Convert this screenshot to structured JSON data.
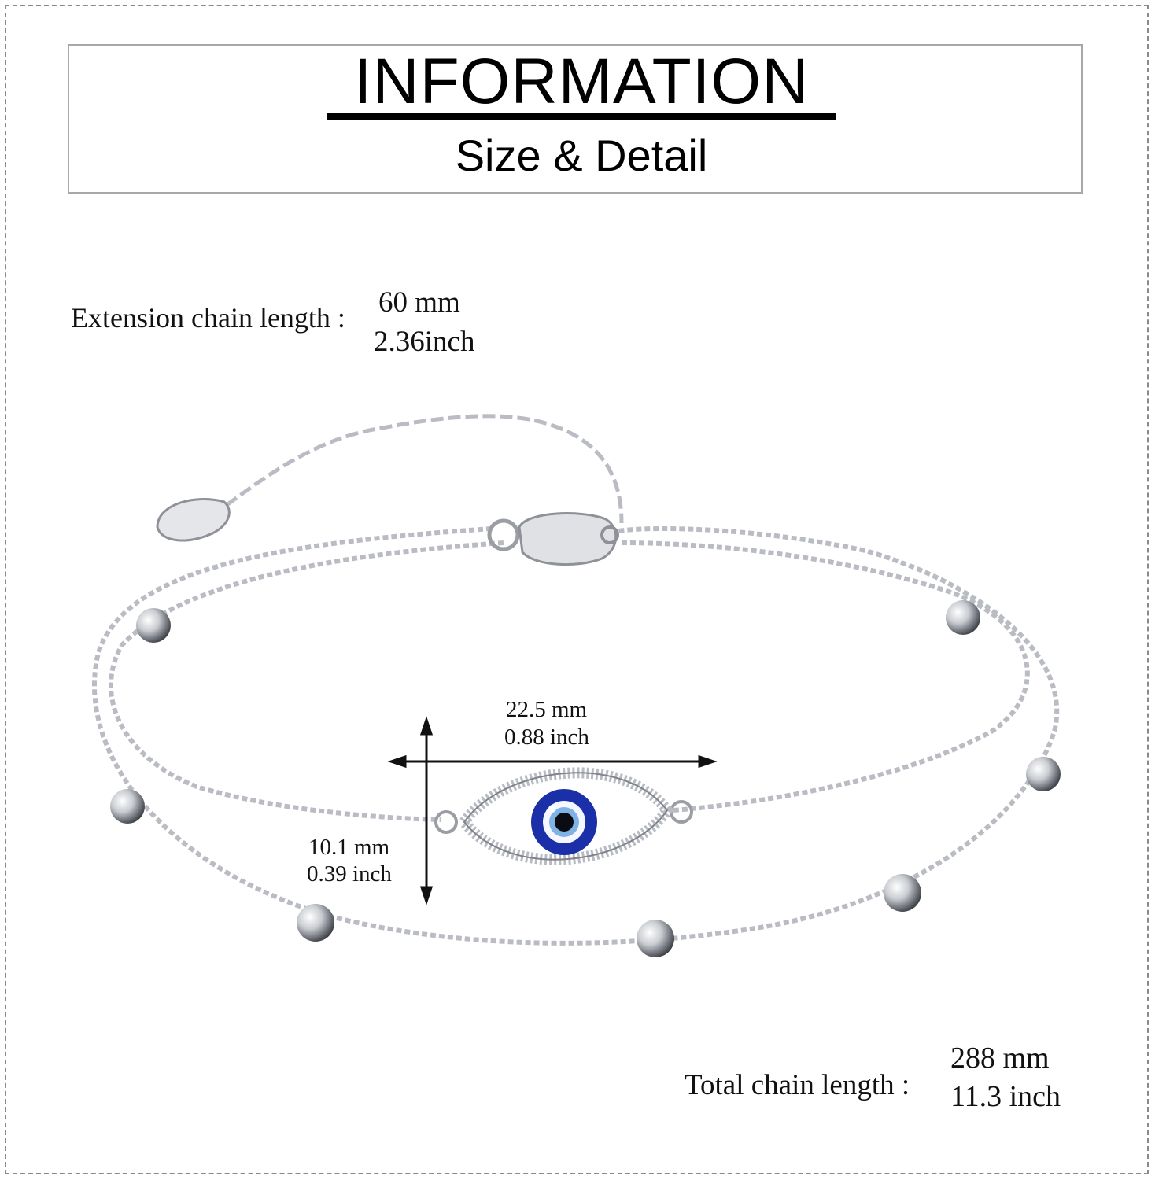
{
  "header": {
    "title": "INFORMATION",
    "subtitle": "Size & Detail"
  },
  "extension": {
    "label": "Extension chain length :",
    "mm": "60 mm",
    "inch": "2.36inch"
  },
  "charm": {
    "width_mm": "22.5 mm",
    "width_inch": "0.88 inch",
    "height_mm": "10.1 mm",
    "height_inch": "0.39 inch"
  },
  "total": {
    "label": "Total chain length :",
    "mm": "288 mm",
    "inch": "11.3 inch"
  },
  "colors": {
    "silver": "#b9bcc2",
    "eye_blue": "#1b2fa8",
    "eye_light_blue": "#7fb3e6"
  }
}
